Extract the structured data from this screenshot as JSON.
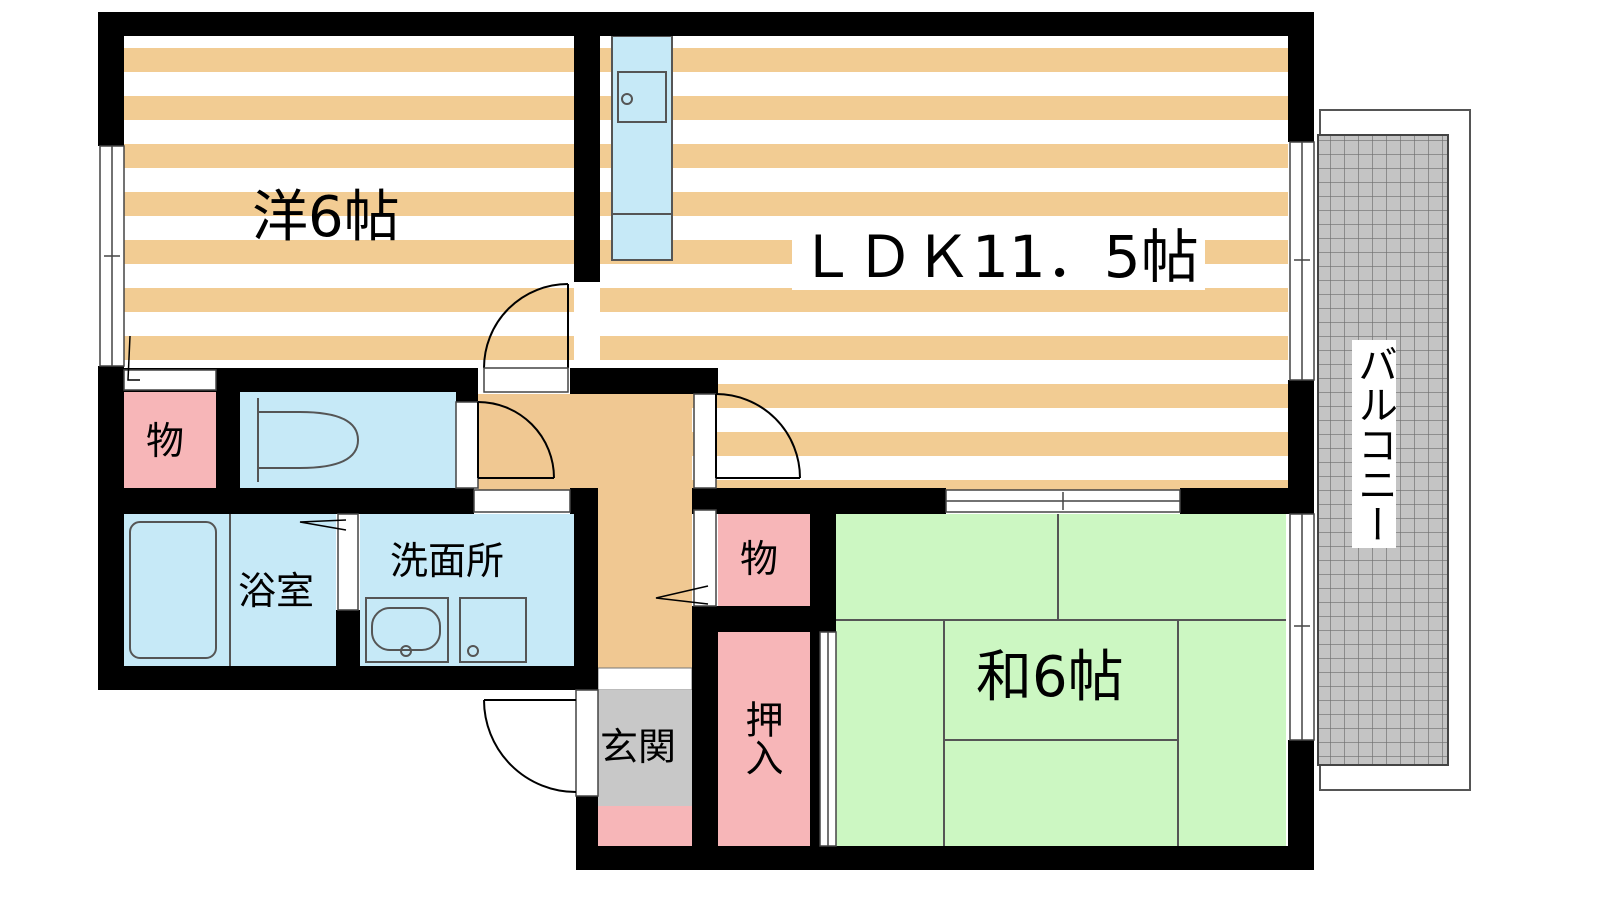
{
  "floorplan": {
    "rooms": {
      "western": "洋6帖",
      "ldk": "ＬＤＫ11．5帖",
      "japanese": "和6帖",
      "bath": "浴室",
      "washroom": "洗面所",
      "entrance": "玄関",
      "closet": "押入",
      "storage_1": "物",
      "storage_2": "物",
      "balcony": "バルコニー"
    },
    "colors": {
      "wall": "#000000",
      "stripe": "#f2cc93",
      "stripe_light": "#fff6d6",
      "fixture_blue": "#c6e9f7",
      "tatami_green": "#ccf7c2",
      "storage_pink": "#f7b6b8",
      "hall_tan": "#f0c892",
      "entrance_gray": "#c8c8c8",
      "balcony_gray": "#b4b4b4"
    }
  }
}
